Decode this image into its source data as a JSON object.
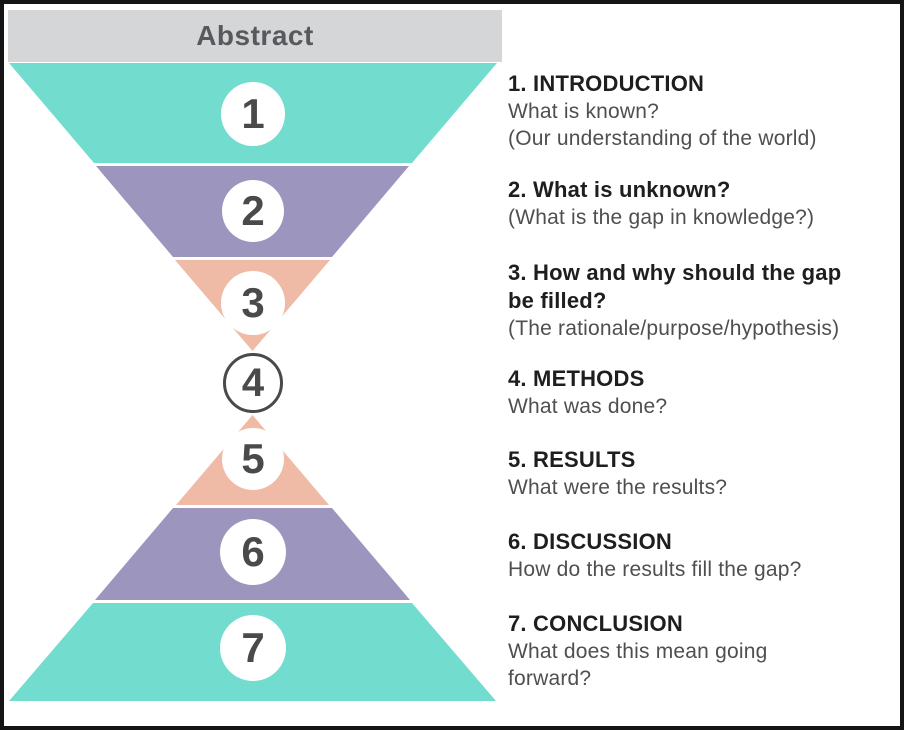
{
  "abstract_bar": {
    "label": "Abstract"
  },
  "colors": {
    "teal": "#72DCCF",
    "purple": "#9C95BD",
    "salmon": "#F0BBA6",
    "header_gray": "#D4D6D8",
    "number_text": "#4A4A4A",
    "heading_text": "#1E1E1E",
    "body_text": "#4F4F4F",
    "frame": "#141414",
    "circle_fill": "#FFFFFF"
  },
  "sections": [
    {
      "number": "1",
      "heading": [
        "1. INTRODUCTION"
      ],
      "body": [
        "What is known?",
        "(Our understanding of the world)"
      ]
    },
    {
      "number": "2",
      "heading": [
        "2. What is unknown?"
      ],
      "body": [
        "(What is the gap in knowledge?)"
      ]
    },
    {
      "number": "3",
      "heading": [
        "3. How and why should the gap",
        "be filled?"
      ],
      "body": [
        "(The rationale/purpose/hypothesis)"
      ]
    },
    {
      "number": "4",
      "heading": [
        "4. METHODS"
      ],
      "body": [
        "What was done?"
      ]
    },
    {
      "number": "5",
      "heading": [
        "5. RESULTS"
      ],
      "body": [
        "What were the results?"
      ]
    },
    {
      "number": "6",
      "heading": [
        "6. DISCUSSION"
      ],
      "body": [
        "How do the results fill the gap?"
      ]
    },
    {
      "number": "7",
      "heading": [
        "7. CONCLUSION"
      ],
      "body": [
        "What does this mean going",
        "forward?"
      ]
    }
  ]
}
